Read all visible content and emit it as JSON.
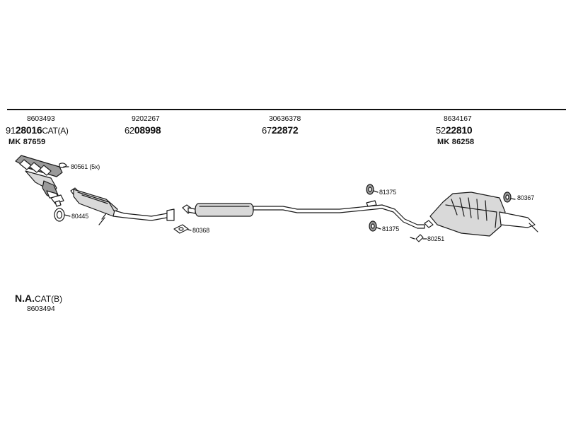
{
  "sections": [
    {
      "ref": "8603493",
      "pn_prefix": "91",
      "pn_main": "28016",
      "pn_suffix": "CAT(A)",
      "mk": "MK  87659"
    },
    {
      "ref": "9202267",
      "pn_prefix": "62",
      "pn_main": "08998"
    },
    {
      "ref": "30636378",
      "pn_prefix": "67",
      "pn_main": "22872"
    },
    {
      "ref": "8634167",
      "pn_prefix": "52",
      "pn_main": "22810",
      "mk": "MK  86258"
    }
  ],
  "parts": {
    "p80561": "80561 (5x)",
    "p80445": "80445",
    "p80368": "80368",
    "p81375_top": "81375",
    "p81375_bottom": "81375",
    "p80251": "80251",
    "p80367": "80367"
  },
  "variant": {
    "main": "N.A.",
    "suffix": "CAT(B)",
    "ref": "8603494"
  }
}
